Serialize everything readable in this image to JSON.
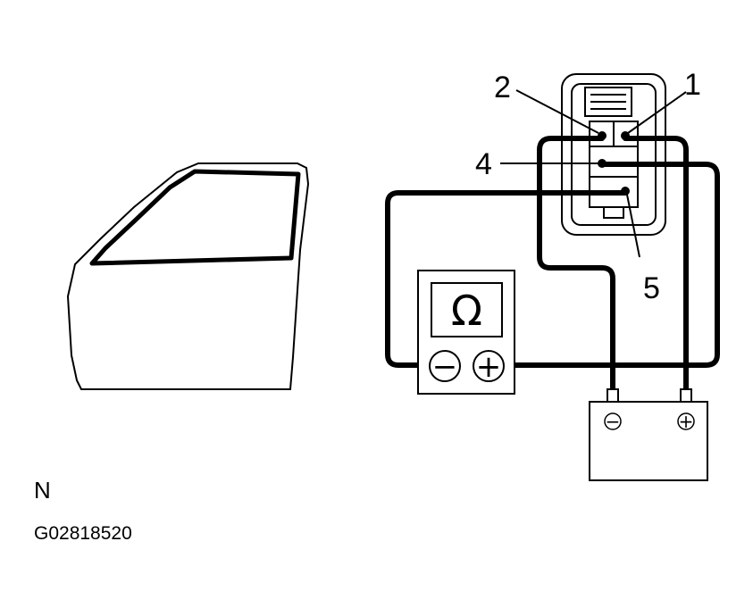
{
  "diagram": {
    "pin_labels": {
      "pin1": "1",
      "pin2": "2",
      "pin4": "4",
      "pin5": "5"
    },
    "ohmmeter": {
      "symbol": "Ω",
      "negative": "−",
      "positive": "+"
    },
    "battery": {
      "negative": "−",
      "positive": "+"
    }
  },
  "caption": {
    "view_letter": "N",
    "figure_code": "G02818520"
  },
  "colors": {
    "line": "#000000",
    "background": "#ffffff"
  }
}
